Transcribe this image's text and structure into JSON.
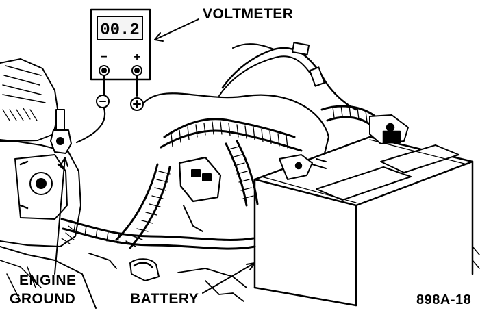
{
  "labels": {
    "voltmeter": "VOLTMETER",
    "engine_ground_line1": "ENGINE",
    "engine_ground_line2": "GROUND",
    "battery": "BATTERY",
    "figure_code": "898A-18"
  },
  "voltmeter": {
    "display": "00.2",
    "neg_symbol": "−",
    "pos_symbol": "+"
  },
  "colors": {
    "ink": "#000000",
    "paper": "#ffffff",
    "lcd": "#f4f4f4"
  }
}
